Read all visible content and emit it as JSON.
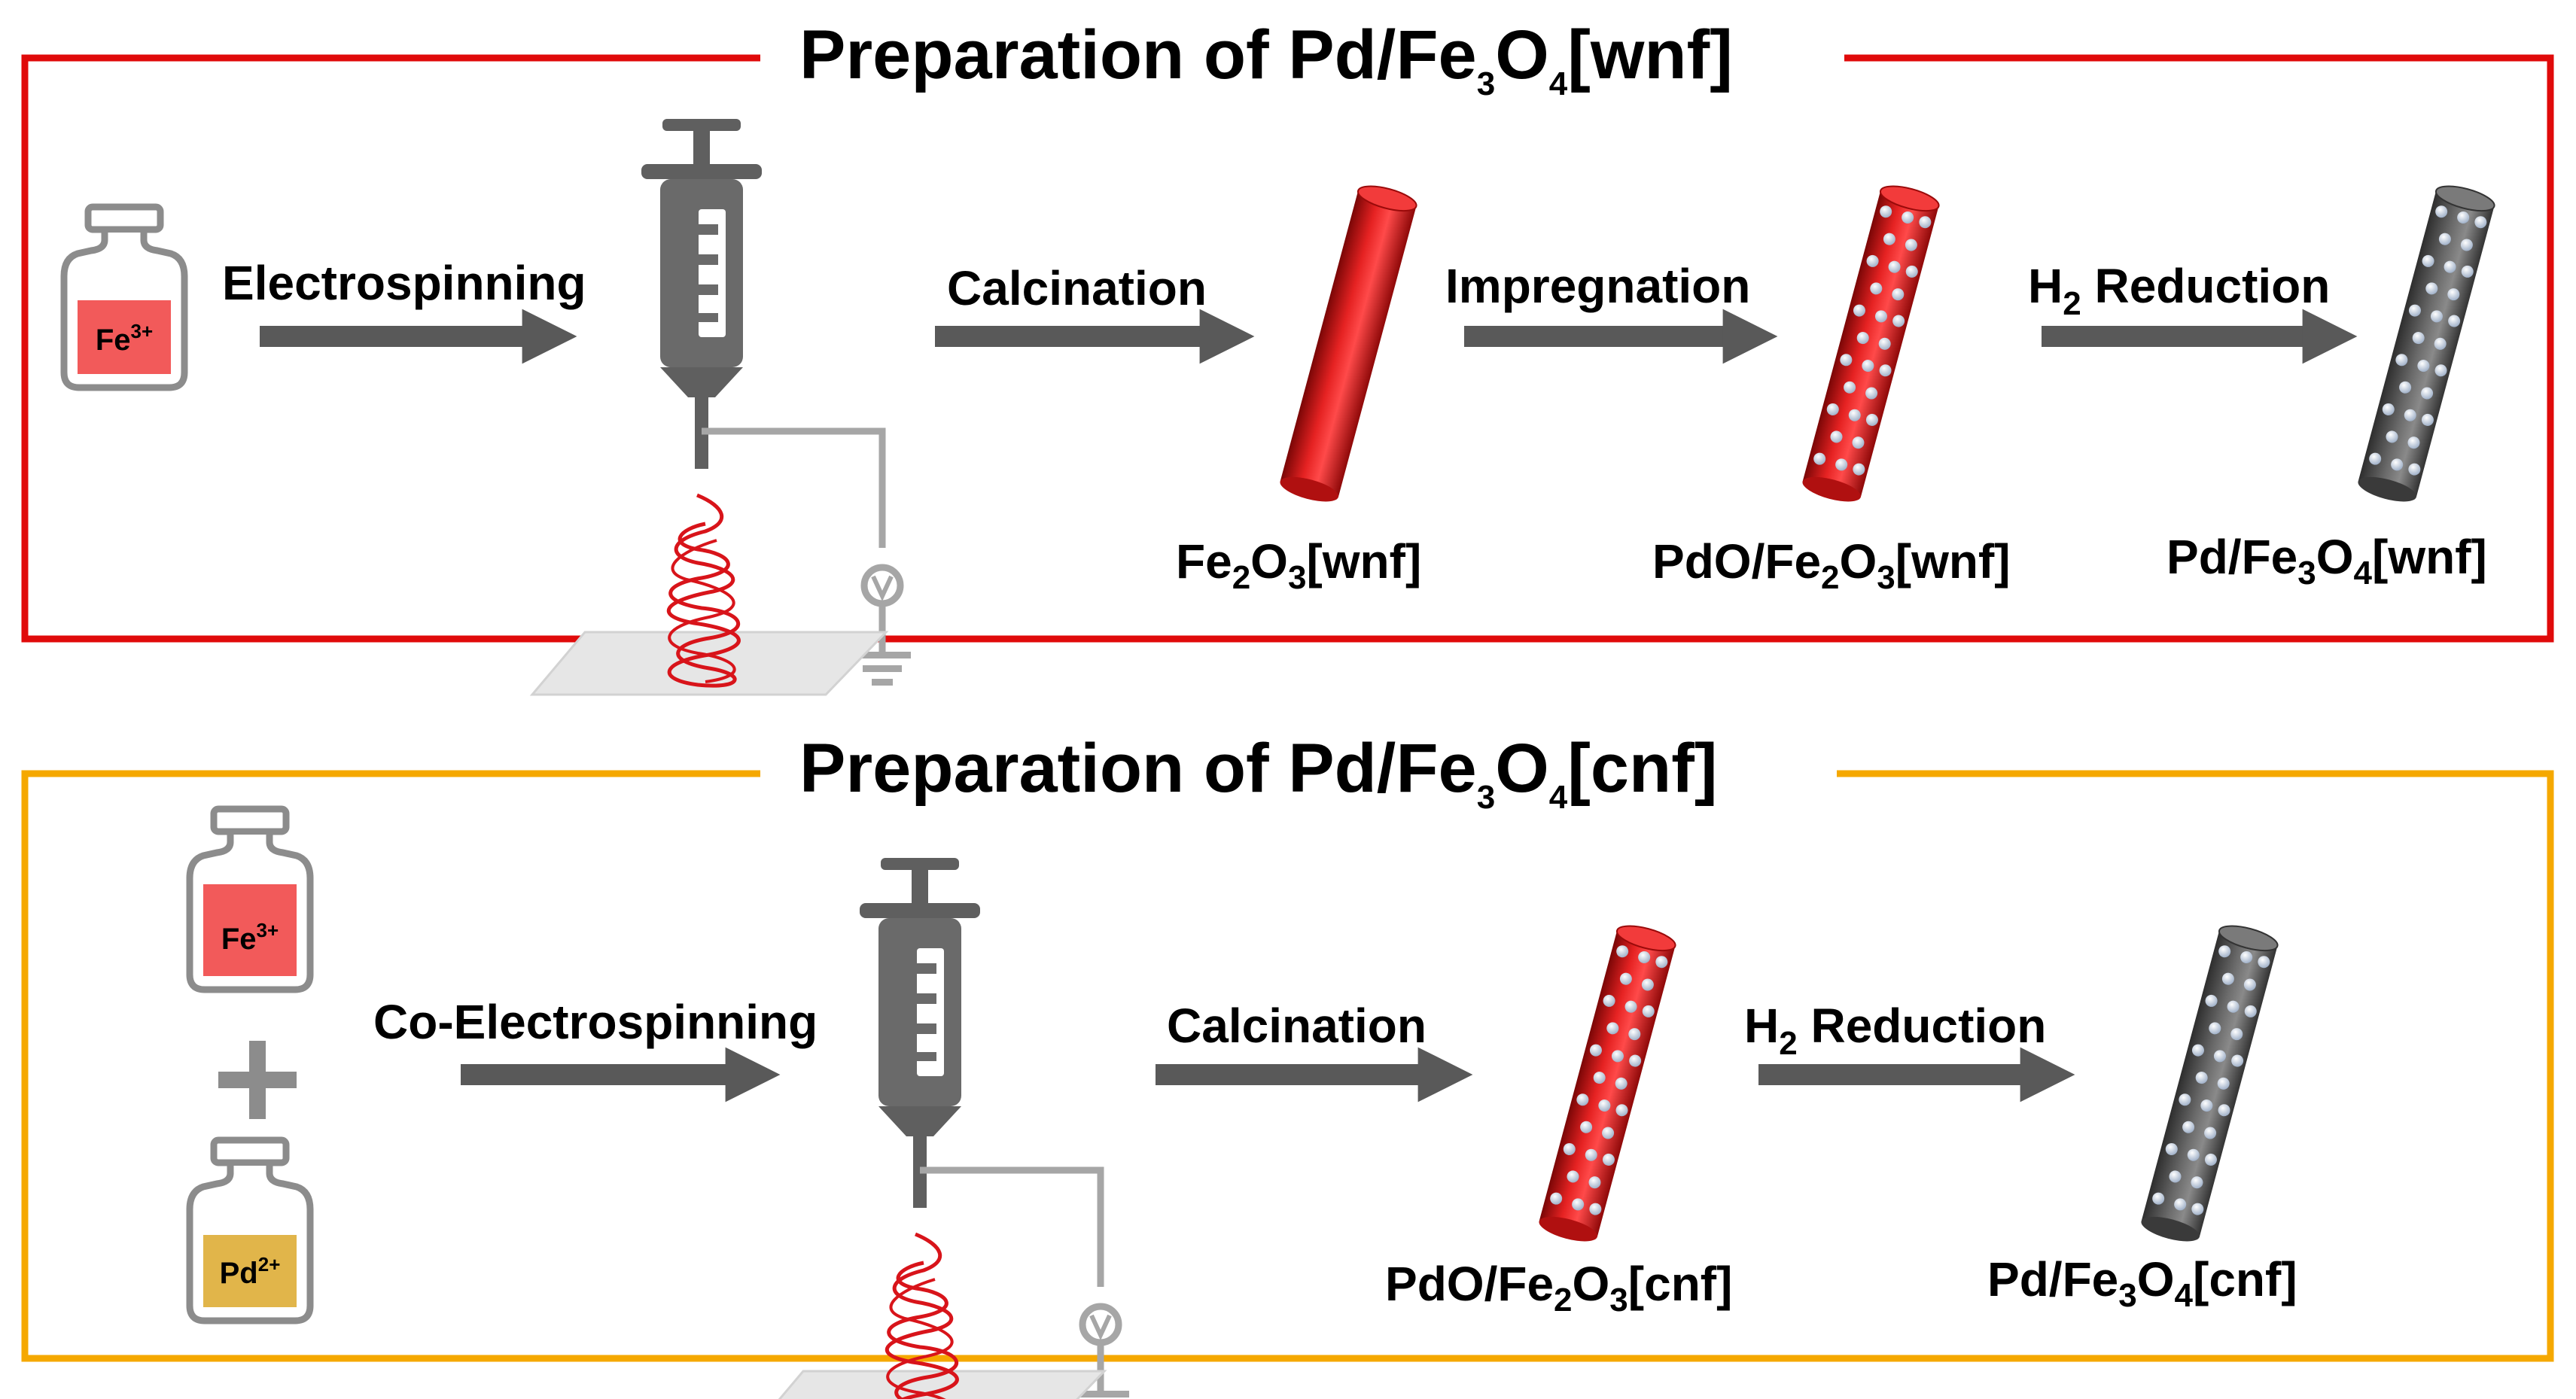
{
  "colors": {
    "wnf_frame": "#e00a0a",
    "cnf_frame": "#f5a800",
    "arrow": "#595959",
    "fe_solution": "#f25a5a",
    "pd_solution": "#e1b54a",
    "fiber_red": "#d81b1b",
    "fiber_gray": "#5c5c5c",
    "pd_particle": "#c9d6ea"
  },
  "wnf": {
    "title": {
      "prefix": "Preparation of Pd/Fe",
      "sub1": "3",
      "mid": "O",
      "sub2": "4",
      "suffix": "[wnf]"
    },
    "precursor": {
      "ion": "Fe",
      "charge": "3+"
    },
    "steps": [
      {
        "plain": "Electrospinning"
      },
      {
        "plain": "Calcination"
      },
      {
        "plain": "Impregnation"
      },
      {
        "pre": "H",
        "sub": "2",
        "post": " Reduction"
      }
    ],
    "products": [
      {
        "a": "Fe",
        "s1": "2",
        "b": "O",
        "s2": "3",
        "c": "[wnf]"
      },
      {
        "a": "PdO/Fe",
        "s1": "2",
        "b": "O",
        "s2": "3",
        "c": "[wnf]"
      },
      {
        "a": "Pd/Fe",
        "s1": "3",
        "b": "O",
        "s2": "4",
        "c": "[wnf]"
      }
    ]
  },
  "cnf": {
    "title": {
      "prefix": "Preparation of Pd/Fe",
      "sub1": "3",
      "mid": "O",
      "sub2": "4",
      "suffix": "[cnf]"
    },
    "precursors": [
      {
        "ion": "Fe",
        "charge": "3+"
      },
      {
        "ion": "Pd",
        "charge": "2+"
      }
    ],
    "steps": [
      {
        "plain": "Co-Electrospinning"
      },
      {
        "plain": "Calcination"
      },
      {
        "pre": "H",
        "sub": "2",
        "post": " Reduction"
      }
    ],
    "products": [
      {
        "a": "PdO/Fe",
        "s1": "2",
        "b": "O",
        "s2": "3",
        "c": "[cnf]"
      },
      {
        "a": "Pd/Fe",
        "s1": "3",
        "b": "O",
        "s2": "4",
        "c": "[cnf]"
      }
    ]
  }
}
